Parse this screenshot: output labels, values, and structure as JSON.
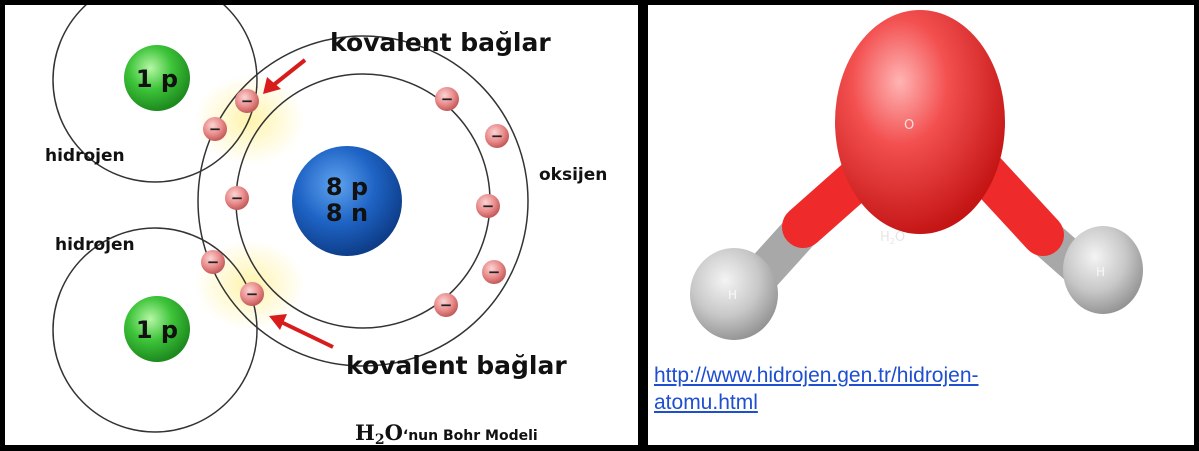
{
  "bohr_model": {
    "hydrogen_top": {
      "label": "hidrojen",
      "nucleus": "1 p"
    },
    "hydrogen_bottom": {
      "label": "hidrojen",
      "nucleus": "1 p"
    },
    "oxygen": {
      "label": "oksijen",
      "nucleus_line1": "8 p",
      "nucleus_line2": "8 n"
    },
    "bond_label_top": "kovalent bağlar",
    "bond_label_bottom": "kovalent bağlar",
    "electron_symbol": "−",
    "caption_h": "H",
    "caption_sub": "2",
    "caption_o": "O",
    "caption_rest": "‘nun Bohr Modeli"
  },
  "ball_and_stick": {
    "oxygen_label": "O",
    "hydrogen_left_label": "H",
    "hydrogen_right_label": "H",
    "formula_h": "H",
    "formula_sub": "2",
    "formula_o": "O",
    "source_link": "http://www.hidrojen.gen.tr/hidrojen-atomu.html"
  },
  "colors": {
    "hydrogen_nucleus": "#3ec43a",
    "oxygen_nucleus": "#1e63c4",
    "electron": "#e98a8a",
    "arrow": "#d81c1c",
    "oxygen_ball": "#f03030",
    "hydrogen_ball": "#c8c8c8",
    "link": "#1f4fd1"
  }
}
